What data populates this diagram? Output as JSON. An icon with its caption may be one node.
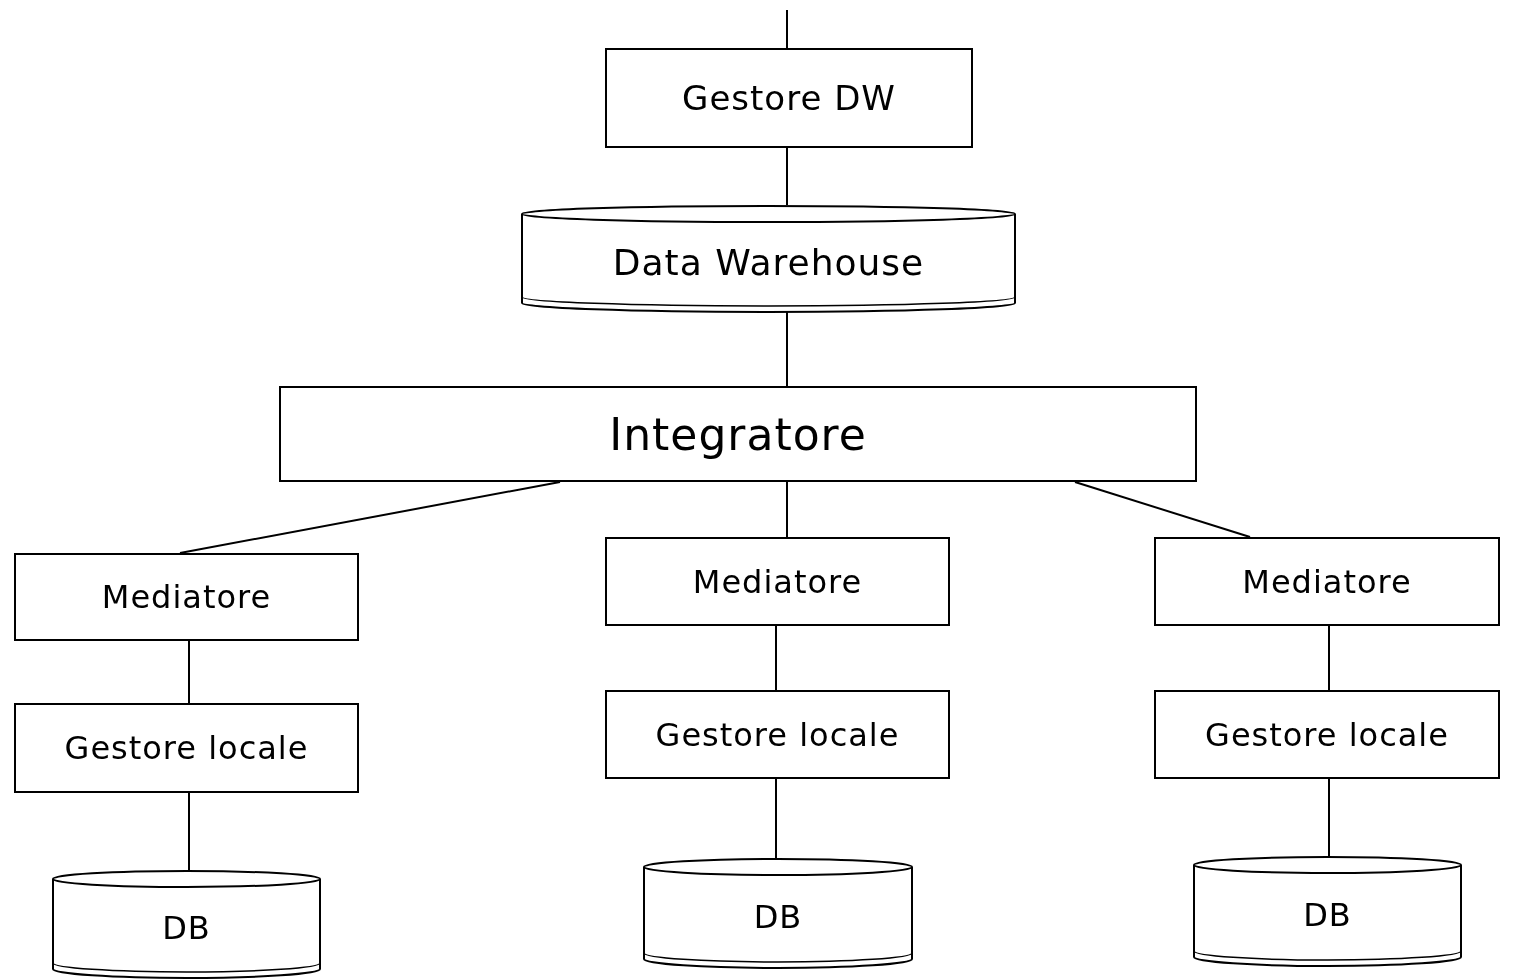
{
  "diagram": {
    "nodes": [
      {
        "text": [
          "Gestore DW"
        ]
      },
      {
        "text": [
          "Data Warehouse"
        ]
      },
      {
        "text": [
          "Integratore"
        ]
      },
      {
        "text": [
          "Mediatore"
        ]
      },
      {
        "text": [
          "Mediatore"
        ]
      },
      {
        "text": [
          "Mediatore"
        ]
      },
      {
        "text": [
          "Gestore locale"
        ]
      },
      {
        "text": [
          "Gestore locale"
        ]
      },
      {
        "text": [
          "Gestore locale"
        ]
      },
      {
        "text": [
          "DB"
        ]
      },
      {
        "text": [
          "DB"
        ]
      },
      {
        "text": [
          "DB"
        ]
      }
    ],
    "edges": [
      {
        "from": null,
        "to": 0,
        "arrow": "none"
      },
      {
        "from": 0,
        "to": 1,
        "arrow": "none"
      },
      {
        "from": 1,
        "to": 2,
        "arrow": "none"
      },
      {
        "from": 2,
        "to": 3,
        "arrow": "none"
      },
      {
        "from": 2,
        "to": 4,
        "arrow": "none"
      },
      {
        "from": 2,
        "to": 5,
        "arrow": "none"
      },
      {
        "from": 3,
        "to": 6,
        "arrow": "none"
      },
      {
        "from": 4,
        "to": 7,
        "arrow": "none"
      },
      {
        "from": 5,
        "to": 8,
        "arrow": "none"
      },
      {
        "from": 6,
        "to": 9,
        "arrow": "none"
      },
      {
        "from": 7,
        "to": 10,
        "arrow": "none"
      },
      {
        "from": 8,
        "to": 11,
        "arrow": "none"
      }
    ]
  }
}
